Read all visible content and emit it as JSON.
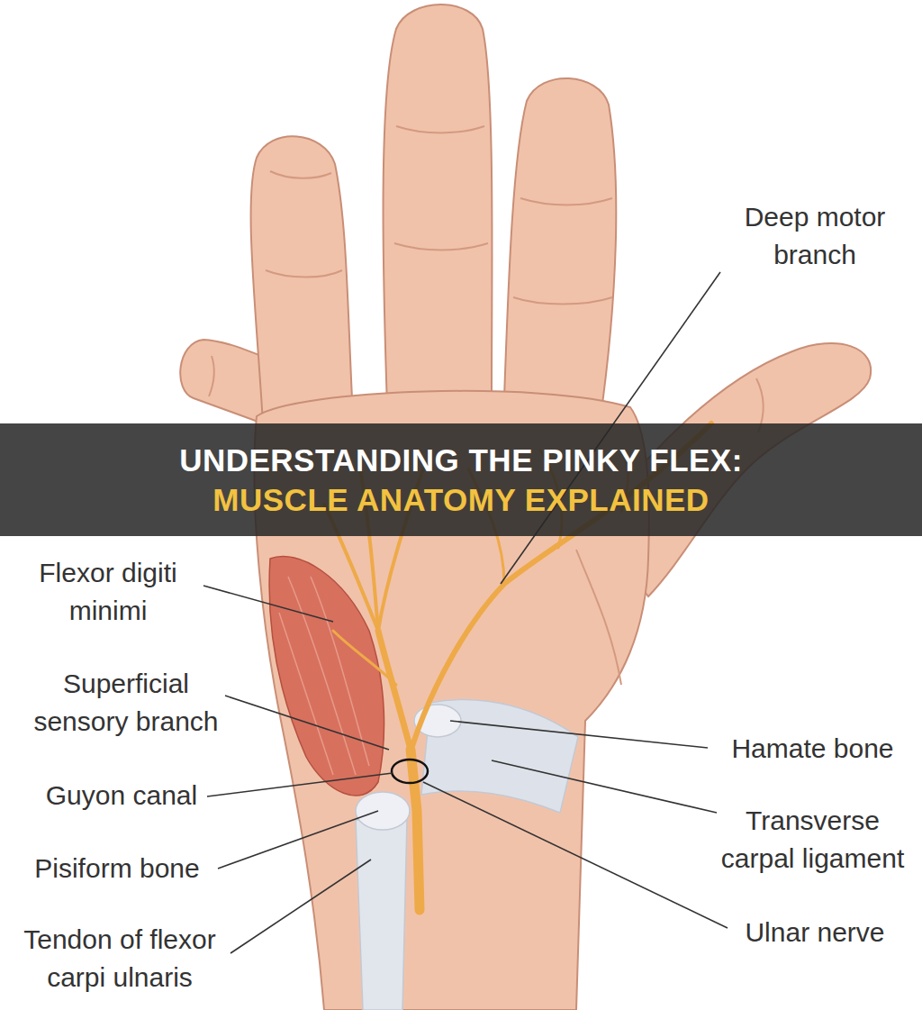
{
  "diagram": {
    "nodes": [
      {
        "text": [
          "UNDERSTANDING THE PINKY FLEX:",
          "MUSCLE ANATOMY EXPLAINED"
        ]
      }
    ],
    "labels": [
      "Deep motor branch",
      "Flexor digiti minimi",
      "Superficial sensory branch",
      "Guyon canal",
      "Pisiform bone",
      "Tendon of flexor carpi ulnaris",
      "Hamate bone",
      "Transverse carpal ligament",
      "Ulnar nerve"
    ]
  }
}
